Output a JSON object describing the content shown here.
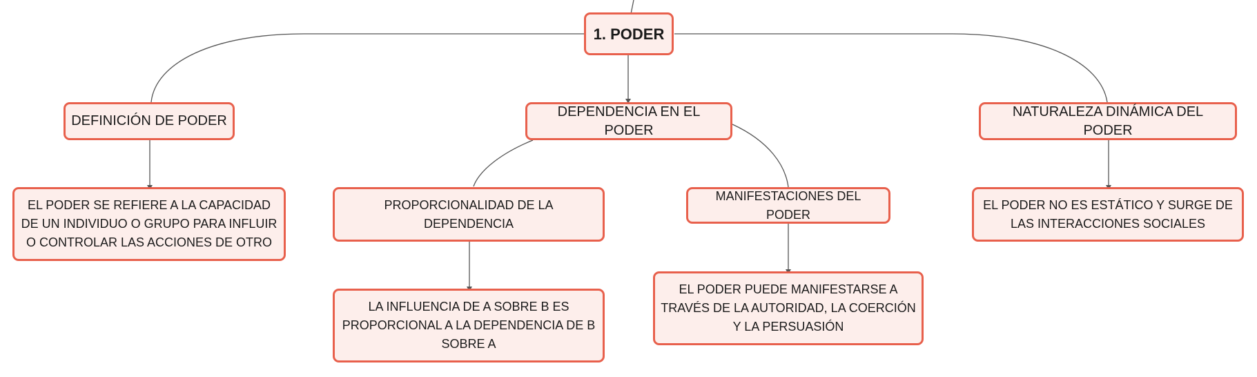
{
  "map": {
    "root": "1. PODER",
    "branches": [
      {
        "label": "DEFINICIÓN DE PODER",
        "child": "EL PODER SE REFIERE A LA CAPACIDAD DE UN INDIVIDUO O GRUPO PARA INFLUIR O CONTROLAR LAS ACCIONES DE OTRO"
      },
      {
        "label": "DEPENDENCIA EN EL PODER",
        "children": [
          {
            "label": "PROPORCIONALIDAD DE LA DEPENDENCIA",
            "child": "LA INFLUENCIA DE A SOBRE B ES PROPORCIONAL A LA DEPENDENCIA DE B SOBRE A"
          },
          {
            "label": "MANIFESTACIONES DEL PODER",
            "child": "EL PODER PUEDE MANIFESTARSE A TRAVÉS DE LA AUTORIDAD, LA COERCIÓN Y LA PERSUASIÓN"
          }
        ]
      },
      {
        "label": "NATURALEZA DINÁMICA DEL PODER",
        "child": "EL PODER NO ES ESTÁTICO Y SURGE DE LAS INTERACCIONES SOCIALES"
      }
    ]
  },
  "colors": {
    "node_border": "#e8604c",
    "node_fill": "#fdeeeb",
    "edge": "#555555"
  }
}
